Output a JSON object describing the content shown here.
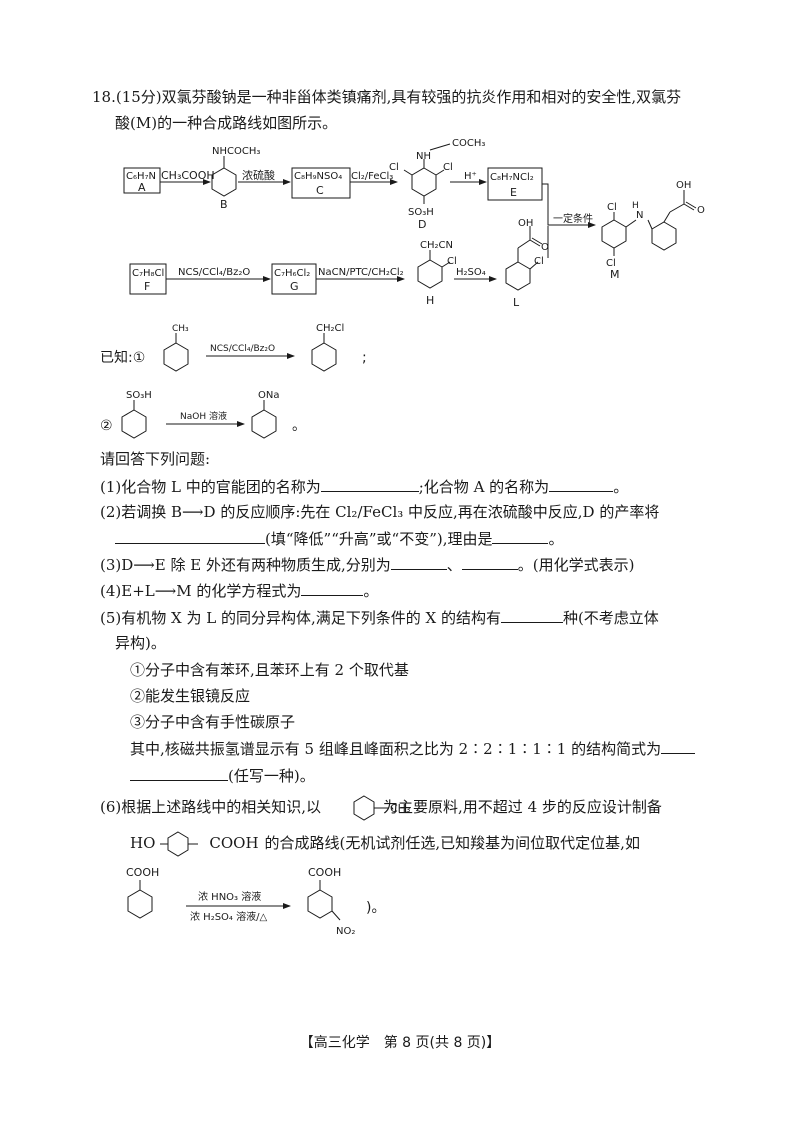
{
  "question": {
    "line1": "18.(15分)双氯芬酸钠是一种非甾体类镇痛剂,具有较强的抗炎作用和相对的安全性,双氯芬",
    "line2": "酸(M)的一种合成路线如图所示。"
  },
  "scheme": {
    "A_formula": "C₆H₇N",
    "A_label": "A",
    "B_sub": "NHCOCH₃",
    "B_label": "B",
    "C_formula": "C₈H₉NSO₄",
    "C_label": "C",
    "D_sub_top": "COCH₃",
    "D_nh": "NH",
    "D_cl": "Cl",
    "D_so3h": "SO₃H",
    "D_label": "D",
    "E_formula": "C₈H₇NCl₂",
    "E_label": "E",
    "F_formula": "C₇H₈Cl",
    "F_label": "F",
    "G_formula": "C₇H₆Cl₂",
    "G_label": "G",
    "H_sub": "CH₂CN",
    "H_label": "H",
    "L_label": "L",
    "M_label": "M",
    "oh": "OH",
    "o": "O",
    "n": "N",
    "h": "H",
    "cl": "Cl",
    "r_AB": "CH₃COOH",
    "r_BC": "浓硫酸",
    "r_CD": "Cl₂/FeCl₃",
    "r_DE": "H⁺",
    "r_FG": "NCS/CCl₄/Bz₂O",
    "r_GH": "NaCN/PTC/CH₂Cl₂",
    "r_HL": "H₂SO₄",
    "r_LM": "一定条件"
  },
  "known": {
    "prefix": "已知:①",
    "ch3": "CH₃",
    "cond1": "NCS/CCl₄/Bz₂O",
    "ch2cl": "CH₂Cl",
    "semicolon": ";",
    "num2": "②",
    "so3h": "SO₃H",
    "cond2": "NaOH 溶液",
    "ona": "ONa",
    "period": "。"
  },
  "prompt": "请回答下列问题:",
  "q1": {
    "a": "(1)化合物 L 中的官能团的名称为",
    "b": ";化合物 A 的名称为",
    "c": "。"
  },
  "q2": {
    "a": "(2)若调换 B⟶D 的反应顺序:先在 Cl₂/FeCl₃ 中反应,再在浓硫酸中反应,D 的产率将",
    "b": "(填“降低”“升高”或“不变”),理由是",
    "c": "。"
  },
  "q3": {
    "a": "(3)D⟶E 除 E 外还有两种物质生成,分别为",
    "b": "、",
    "c": "。(用化学式表示)"
  },
  "q4": {
    "a": "(4)E+L⟶M 的化学方程式为",
    "b": "。"
  },
  "q5": {
    "a": "(5)有机物 X 为 L 的同分异构体,满足下列条件的 X 的结构有",
    "b": "种(不考虑立体",
    "c": "异构)。",
    "cond1": "①分子中含有苯环,且苯环上有 2 个取代基",
    "cond2": "②能发生银镜反应",
    "cond3": "③分子中含有手性碳原子",
    "d": "其中,核磁共振氢谱显示有 5 组峰且峰面积之比为 2∶2∶1∶1∶1 的结构简式为",
    "e": "(任写一种)。"
  },
  "q6": {
    "a": "(6)根据上述路线中的相关知识,以",
    "ch3": "CH₃",
    "b": "为主要原料,用不超过 4 步的反应设计制备",
    "ho": "HO",
    "cooh": "COOH",
    "c": "的合成路线(无机试剂任选,已知羧基为间位取代定位基,如",
    "ex_cooh": "COOH",
    "ex_cond_top": "浓 HNO₃ 溶液",
    "ex_cond_bottom": "浓 H₂SO₄ 溶液/△",
    "ex_no2": "NO₂",
    "d": ")。"
  },
  "footer": "【高三化学　第 8 页(共 8 页)】"
}
